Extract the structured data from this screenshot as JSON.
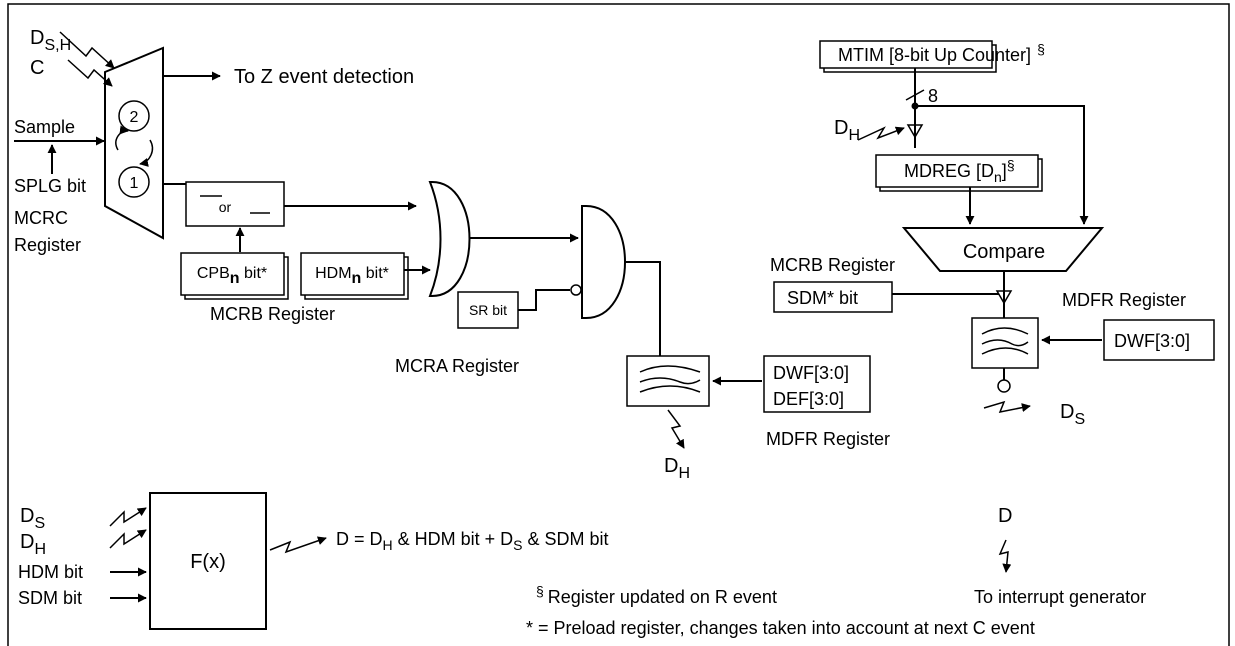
{
  "mux": {
    "in_dsh": "D",
    "in_dsh_sub": "S,H",
    "in_c": "C",
    "in_sample": "Sample",
    "splg": "SPLG bit",
    "pos2": "2",
    "pos1": "1",
    "reg1": "MCRC",
    "reg2": "Register",
    "out_z": "To Z event detection"
  },
  "or_box": {
    "label": "or"
  },
  "cpb": {
    "main": "CPB",
    "sub": "n",
    "suffix": " bit*"
  },
  "hdm": {
    "main": "HDM",
    "sub": "n",
    "suffix": " bit*"
  },
  "mcrb_left_label": "MCRB Register",
  "sr_bit": "SR bit",
  "mcra_label": "MCRA Register",
  "filter1": {
    "dwf": "DWF[3:0]",
    "def": "DEF[3:0]",
    "reg": "MDFR Register",
    "out_main": "D",
    "out_sub": "H"
  },
  "mtim": {
    "label": "MTIM [8-bit Up Counter]",
    "mark": "§",
    "bus": "8"
  },
  "mdreg": {
    "main": "MDREG [D",
    "sub": "n",
    "suffix": "]",
    "mark": "§"
  },
  "dh_in": {
    "main": "D",
    "sub": "H"
  },
  "compare": "Compare",
  "mcrb_right_label": "MCRB Register",
  "sdm_bit": "SDM* bit",
  "mdfr_right_label": "MDFR Register",
  "dwf_right": "DWF[3:0]",
  "ds_out": {
    "main": "D",
    "sub": "S"
  },
  "fx": {
    "label": "F(x)",
    "in_ds": "D",
    "in_ds_sub": "S",
    "in_dh": "D",
    "in_dh_sub": "H",
    "in_hdm": "HDM bit",
    "in_sdm": "SDM bit",
    "out_a": "D = D",
    "out_a_sub": "H",
    "out_b": " & HDM bit + D",
    "out_b_sub": "S",
    "out_c": " & SDM bit"
  },
  "interrupt": {
    "d": "D",
    "label": "To interrupt generator"
  },
  "notes": {
    "mark": "§",
    "note1": "Register updated on R event",
    "note2": "* = Preload register, changes taken into account at next C event"
  }
}
